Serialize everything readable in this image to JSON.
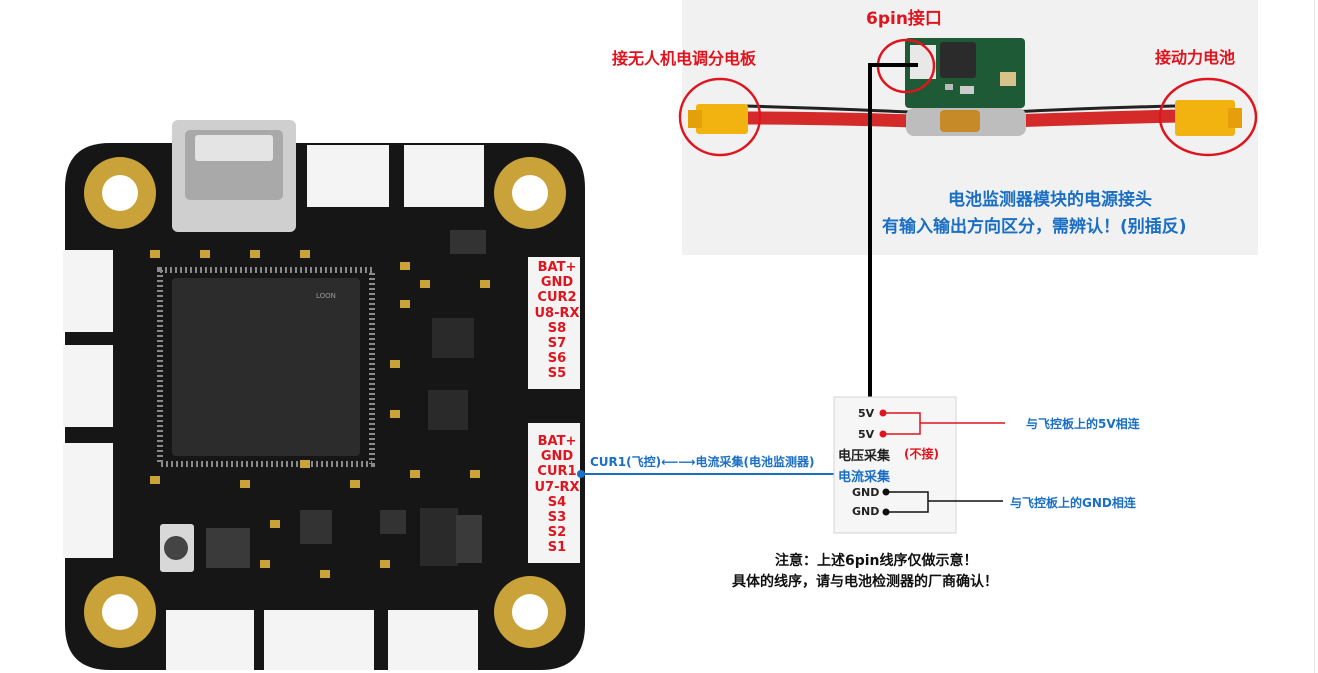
{
  "top_photo": {
    "title_6pin": "6pin接口",
    "label_esc": "接无人机电调分电板",
    "label_battery": "接动力电池",
    "note_line1": "电池监测器模块的电源接头",
    "note_line2": "有输入输出方向区分，需辨认！(别插反)"
  },
  "fc_board": {
    "chip_brand": "LOON",
    "upper_pins": [
      "BAT+",
      "GND",
      "CUR2",
      "U8-RX",
      "S8",
      "S7",
      "S6",
      "S5"
    ],
    "lower_pins": [
      "BAT+",
      "GND",
      "CUR1",
      "U7-RX",
      "S4",
      "S3",
      "S2",
      "S1"
    ]
  },
  "connection_label": "CUR1(飞控)⟵⟶电流采集(电池监测器)",
  "pinout_box": {
    "pin_5v_a": "5V",
    "pin_5v_b": "5V",
    "voltage": "电压采集",
    "voltage_note": "(不接)",
    "current": "电流采集",
    "gnd_a": "GND",
    "gnd_b": "GND"
  },
  "annotations": {
    "five_v": "与飞控板上的5V相连",
    "gnd": "与飞控板上的GND相连",
    "note_line1": "注意：上述6pin线序仅做示意！",
    "note_line2": "具体的线序，请与电池检测器的厂商确认！"
  },
  "colors": {
    "red": "#e0141e",
    "blue": "#1a6fc4",
    "board": "#161616",
    "gold": "#c9a23a"
  }
}
